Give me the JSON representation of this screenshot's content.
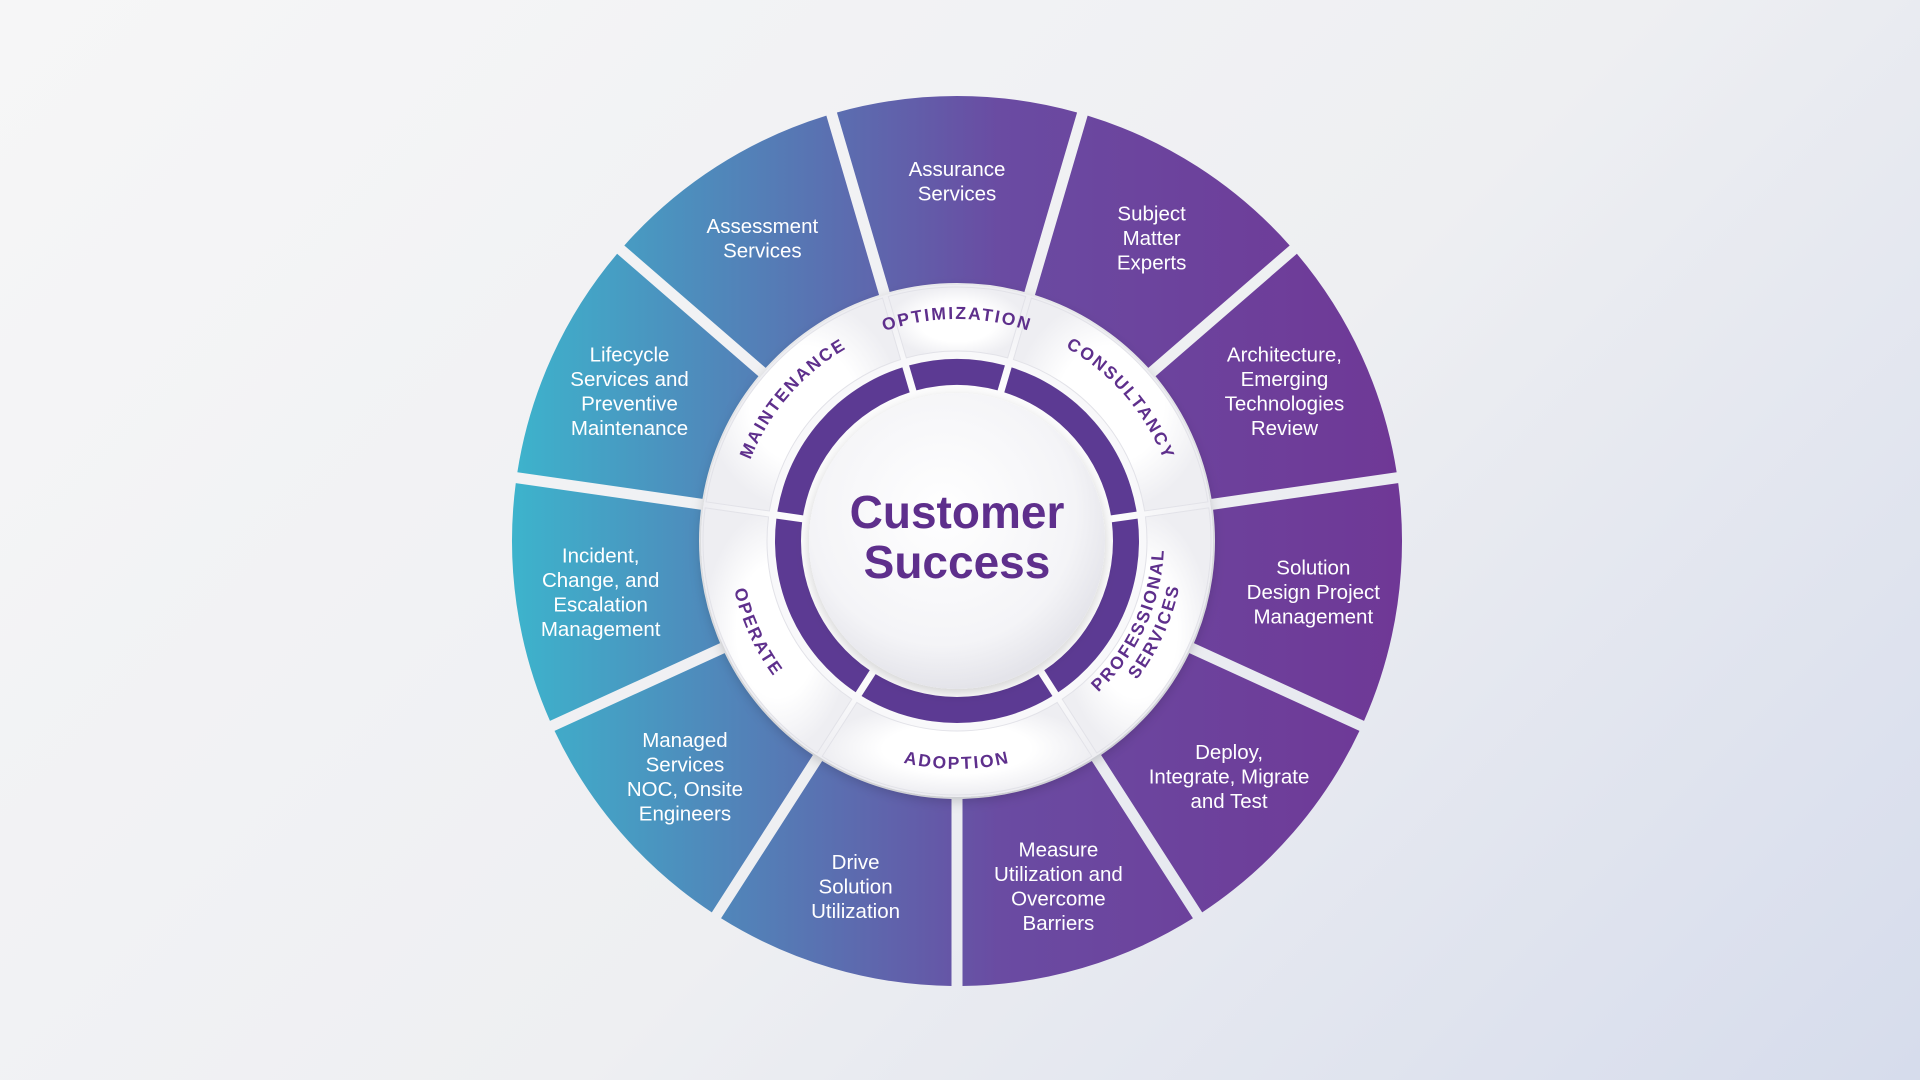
{
  "diagram": {
    "center": {
      "line1": "Customer",
      "line2": "Success"
    },
    "categories": [
      {
        "label": "OPTIMIZATION"
      },
      {
        "label": "CONSULTANCY"
      },
      {
        "label": "PROFESSIONAL SERVICES",
        "lines": [
          "PROFESSIONAL",
          "SERVICES"
        ]
      },
      {
        "label": "ADOPTION"
      },
      {
        "label": "OPERATE"
      },
      {
        "label": "MAINTENANCE"
      }
    ],
    "segments": [
      {
        "category": "OPTIMIZATION",
        "lines": [
          "Assurance",
          "Services"
        ]
      },
      {
        "category": "CONSULTANCY",
        "lines": [
          "Subject",
          "Matter",
          "Experts"
        ]
      },
      {
        "category": "CONSULTANCY",
        "lines": [
          "Architecture,",
          "Emerging",
          "Technologies",
          "Review"
        ]
      },
      {
        "category": "PROFESSIONAL SERVICES",
        "lines": [
          "Solution",
          "Design Project",
          "Management"
        ]
      },
      {
        "category": "PROFESSIONAL SERVICES",
        "lines": [
          "Deploy,",
          "Integrate, Migrate",
          "and Test"
        ]
      },
      {
        "category": "ADOPTION",
        "lines": [
          "Measure",
          "Utilization and",
          "Overcome",
          "Barriers"
        ]
      },
      {
        "category": "ADOPTION",
        "lines": [
          "Drive",
          "Solution",
          "Utilization"
        ]
      },
      {
        "category": "OPERATE",
        "lines": [
          "Managed",
          "Services",
          "NOC, Onsite",
          "Engineers"
        ]
      },
      {
        "category": "OPERATE",
        "lines": [
          "Incident,",
          "Change, and",
          "Escalation",
          "Management"
        ]
      },
      {
        "category": "MAINTENANCE",
        "lines": [
          "Lifecycle",
          "Services and",
          "Preventive",
          "Maintenance"
        ]
      },
      {
        "category": "MAINTENANCE",
        "lines": [
          "Assessment",
          "Services"
        ]
      }
    ],
    "colors": {
      "teal": "#3db3cc",
      "purple": "#6f3896",
      "category_text": "#5e2f8c",
      "ring_white": "#ffffff",
      "inner_band": "#5c3a93"
    }
  }
}
